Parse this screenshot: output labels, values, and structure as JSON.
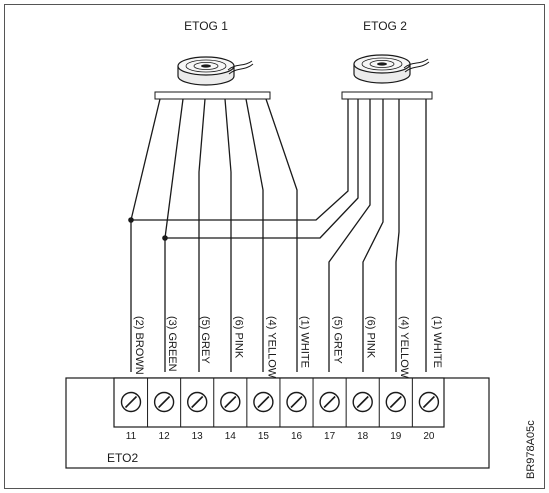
{
  "coils": [
    {
      "id": "etog1",
      "label": "ETOG 1"
    },
    {
      "id": "etog2",
      "label": "ETOG 2"
    }
  ],
  "terminal_block": {
    "label": "ETO2",
    "terminals": [
      {
        "number": "11",
        "wire": "(2) BROWN",
        "source": "ETOG 1"
      },
      {
        "number": "12",
        "wire": "(3) GREEN",
        "source": "ETOG 1"
      },
      {
        "number": "13",
        "wire": "(5) GREY",
        "source": "ETOG 1"
      },
      {
        "number": "14",
        "wire": "(6) PINK",
        "source": "ETOG 1"
      },
      {
        "number": "15",
        "wire": "(4) YELLOW",
        "source": "ETOG 1"
      },
      {
        "number": "16",
        "wire": "(1) WHITE",
        "source": "ETOG 1"
      },
      {
        "number": "17",
        "wire": "(5) GREY",
        "source": "ETOG 2"
      },
      {
        "number": "18",
        "wire": "(6) PINK",
        "source": "ETOG 2"
      },
      {
        "number": "19",
        "wire": "(4) YELLOW",
        "source": "ETOG 2"
      },
      {
        "number": "20",
        "wire": "(1) WHITE",
        "source": "ETOG 2"
      }
    ]
  },
  "drawing_ref": "BR978A05c",
  "colors": {
    "line": "#1a1a1a",
    "frame": "#555555",
    "background": "#ffffff"
  }
}
